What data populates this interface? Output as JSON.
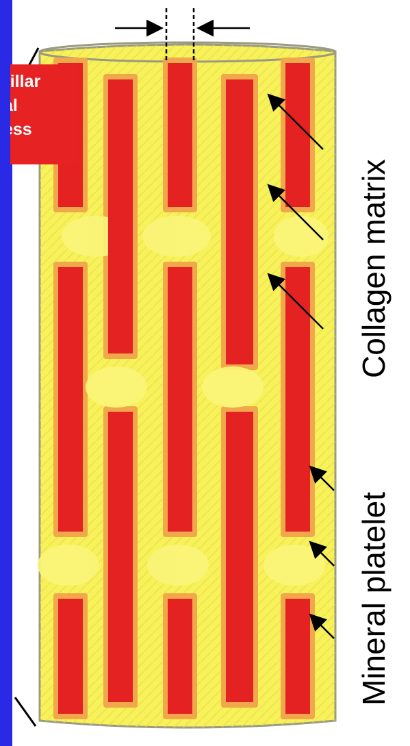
{
  "labels": {
    "collagen": "Collagen matrix",
    "mineral": "Mineral platelet",
    "cropped": [
      "rillar",
      "al",
      "ess"
    ]
  },
  "colors": {
    "background": "#2a2ae6",
    "matrix": "#f7f25a",
    "matrix_outline": "#9a9a80",
    "platelet": "#e52222",
    "platelet_halo": "#f1a84c",
    "label_box": "#e62222"
  }
}
